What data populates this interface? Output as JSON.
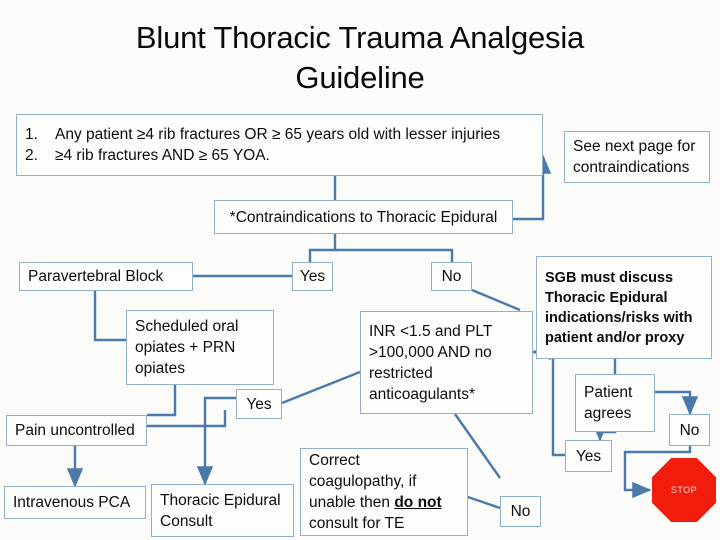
{
  "page": {
    "title_line1": "Blunt Thoracic Trauma Analgesia",
    "title_line2": "Guideline",
    "colors": {
      "background": "#fbfbfa",
      "node_border": "#93b0cb",
      "node_fill": "#fdfdfc",
      "connector": "#4a7aa7",
      "stop_fill": "#f01c0c",
      "stop_text": "#ffd9d4",
      "text": "#0d0d0d"
    }
  },
  "nodes": {
    "criteria": {
      "item1_num": "1.",
      "item1_text": "Any patient ≥4 rib fractures OR ≥ 65 years old with lesser injuries",
      "item2_num": "2.",
      "item2_text": "≥4 rib fractures AND ≥ 65 YOA."
    },
    "see_next_page": {
      "line1": "See next page for",
      "line2": "contraindications"
    },
    "contraindications": {
      "label": "*Contraindications to Thoracic Epidural"
    },
    "yes_contra": {
      "label": "Yes"
    },
    "no_contra": {
      "label": "No"
    },
    "paravertebral": {
      "label": "Paravertebral Block"
    },
    "sgb": {
      "line1": "SGB  must discuss",
      "line2": "Thoracic Epidural",
      "line3": "indications/risks with",
      "line4": "patient and/or proxy"
    },
    "scheduled_opiates": {
      "line1": "Scheduled oral",
      "line2": "opiates + PRN",
      "line3": "opiates"
    },
    "inr": {
      "line1": "INR <1.5 and PLT",
      "line2": ">100,000 AND  no",
      "line3": "restricted",
      "line4": "anticoagulants*"
    },
    "patient_agrees": {
      "line1": "Patient",
      "line2": "agrees"
    },
    "no_agrees": {
      "label": "No"
    },
    "yes_agrees": {
      "label": "Yes"
    },
    "yes_inr": {
      "label": "Yes"
    },
    "no_inr": {
      "label": "No"
    },
    "pain_uncontrolled": {
      "label": "Pain uncontrolled"
    },
    "iv_pca": {
      "label": "Intravenous PCA"
    },
    "te_consult": {
      "line1": "Thoracic Epidural",
      "line2": "Consult"
    },
    "correct_coag": {
      "line1": "Correct",
      "line2": "coagulopathy, if",
      "line3_pre": "unable then ",
      "line3_em": "do not",
      "line4": "consult for TE"
    },
    "stop": {
      "label": "STOP"
    }
  }
}
